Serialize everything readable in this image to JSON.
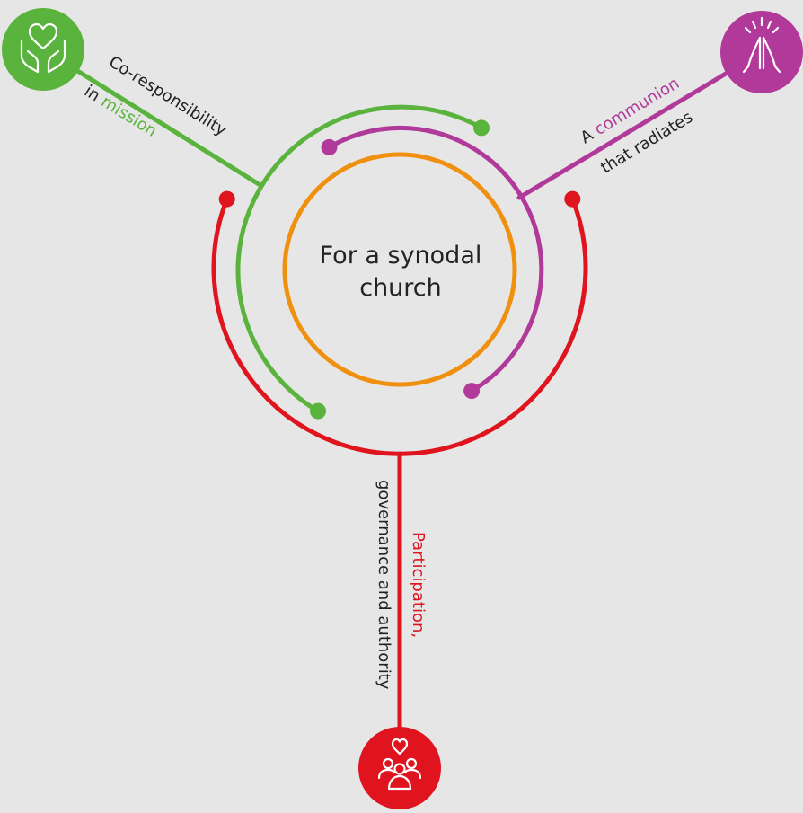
{
  "center": {
    "line1": "For a synodal",
    "line2": "church"
  },
  "colors": {
    "background": "#e6e6e6",
    "green": "#5ab33c",
    "purple": "#b0399a",
    "red": "#e0141f",
    "orange": "#f0900f",
    "text": "#222222"
  },
  "dimensions": {
    "mission": {
      "line1": "Co-responsibility",
      "line2_prefix": "in ",
      "line2_highlight": "mission",
      "icon": "hands-holding-heart-icon",
      "color": "green"
    },
    "communion": {
      "line1_prefix": "A ",
      "line1_highlight": "communion",
      "line2": "that radiates",
      "icon": "praying-hands-icon",
      "color": "purple"
    },
    "participation": {
      "line1": "Participation,",
      "line2": "governance and authority",
      "icon": "people-group-heart-icon",
      "color": "red"
    }
  }
}
